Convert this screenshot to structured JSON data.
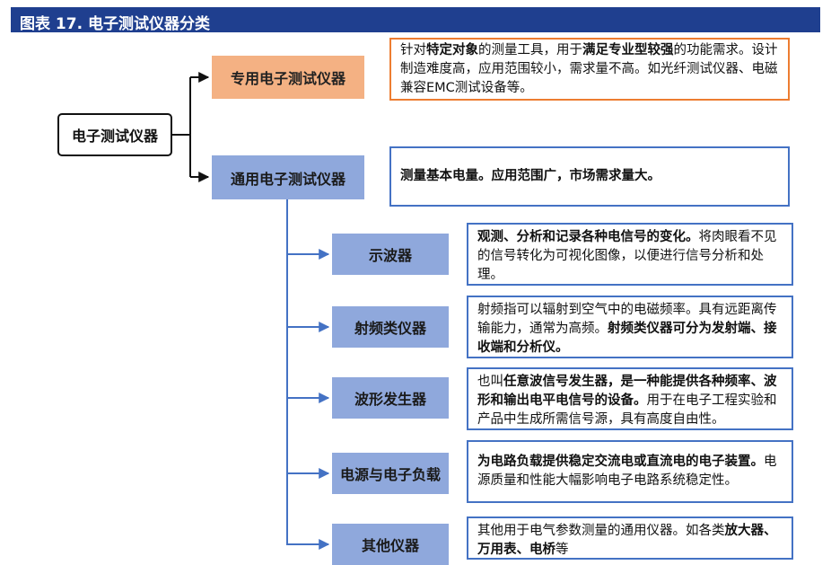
{
  "title": "图表 17. 电子测试仪器分类",
  "root": "电子测试仪器",
  "categories": [
    {
      "label": "专用电子测试仪器",
      "desc": [
        {
          "t": "针对"
        },
        {
          "t": "特定对象",
          "b": true
        },
        {
          "t": "的测量工具，用于"
        },
        {
          "t": "满足专业型较强",
          "b": true
        },
        {
          "t": "的功能需求。设计制造难度高，应用范围较小，需求量不高。如光纤测试仪器、电磁兼容EMC测试设备等。"
        }
      ]
    },
    {
      "label": "通用电子测试仪器",
      "desc": [
        {
          "t": "测量基本电量。应用范围广，市场需求量大。",
          "b": true
        }
      ]
    }
  ],
  "instruments": [
    {
      "label": "示波器",
      "desc": [
        {
          "t": "观测、分析和记录各种电信号的变化。",
          "b": true
        },
        {
          "t": "将肉眼看不见的信号转化为可视化图像，以便进行信号分析和处理。"
        }
      ]
    },
    {
      "label": "射频类仪器",
      "desc": [
        {
          "t": "射频指可以辐射到空气中的电磁频率。具有远距离传输能力，通常为高频。"
        },
        {
          "t": "射频类仪器可分为发射端、接收端和分析仪。",
          "b": true
        }
      ]
    },
    {
      "label": "波形发生器",
      "desc": [
        {
          "t": "也叫"
        },
        {
          "t": "任意波信号发生器，是一种能提供各种频率、波形和输出电平电信号的设备。",
          "b": true
        },
        {
          "t": "用于在电子工程实验和产品中生成所需信号源，具有高度自由性。"
        }
      ]
    },
    {
      "label": "电源与电子负载",
      "desc": [
        {
          "t": "为电路负载提供稳定交流电或直流电的电子装置。",
          "b": true
        },
        {
          "t": "电源质量和性能大幅影响电子电路系统稳定性。"
        }
      ]
    },
    {
      "label": "其他仪器",
      "desc": [
        {
          "t": "其他用于电气参数测量的通用仪器。如各类"
        },
        {
          "t": "放大器、万用表、电桥",
          "b": true
        },
        {
          "t": "等"
        }
      ]
    }
  ]
}
